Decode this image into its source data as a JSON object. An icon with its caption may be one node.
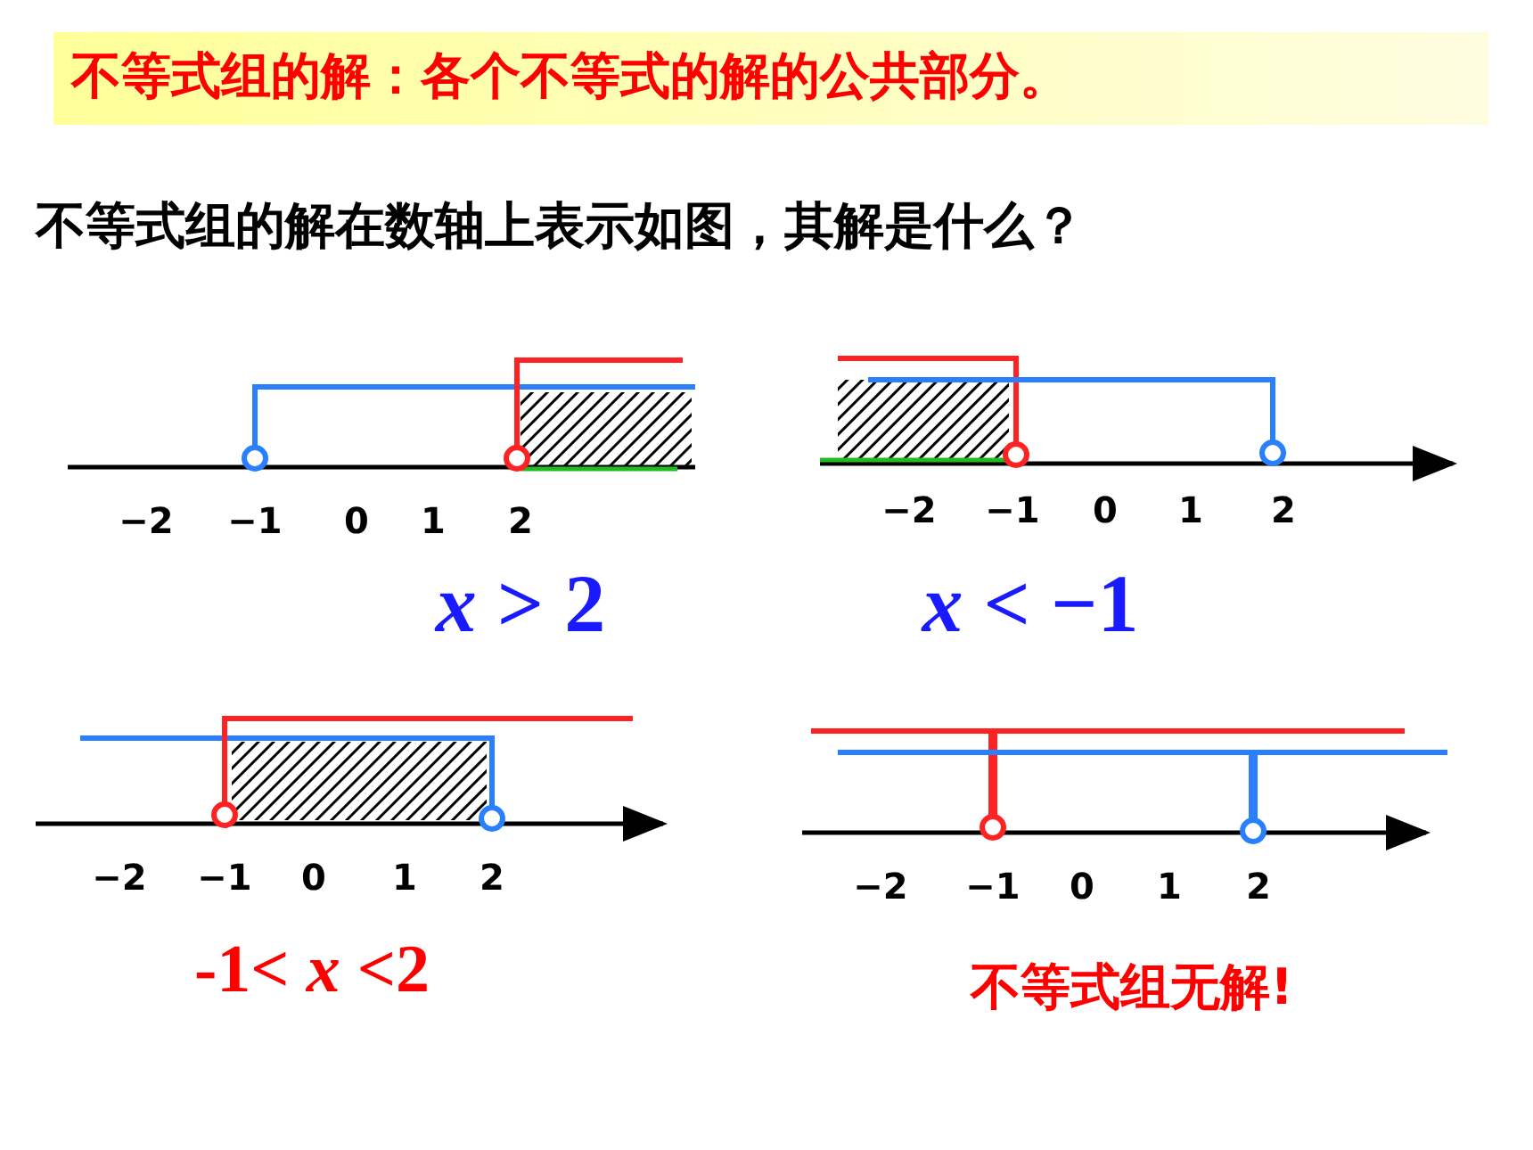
{
  "diagram": {
    "title": "不等式组的解：各个不等式的解的公共部分。",
    "labels": [
      "不等式组的解在数轴上表示如图，其解是什么？",
      "−2",
      "−1",
      "0",
      "1",
      "2",
      "−2",
      "−1",
      "0",
      "1",
      "2",
      "*x* > 2",
      "*x* < −1",
      "−2",
      "−1",
      "0",
      "1",
      "2",
      "−2",
      "−1",
      "0",
      "1",
      "2",
      "-1< *x* <2",
      "不等式组无解!"
    ]
  }
}
